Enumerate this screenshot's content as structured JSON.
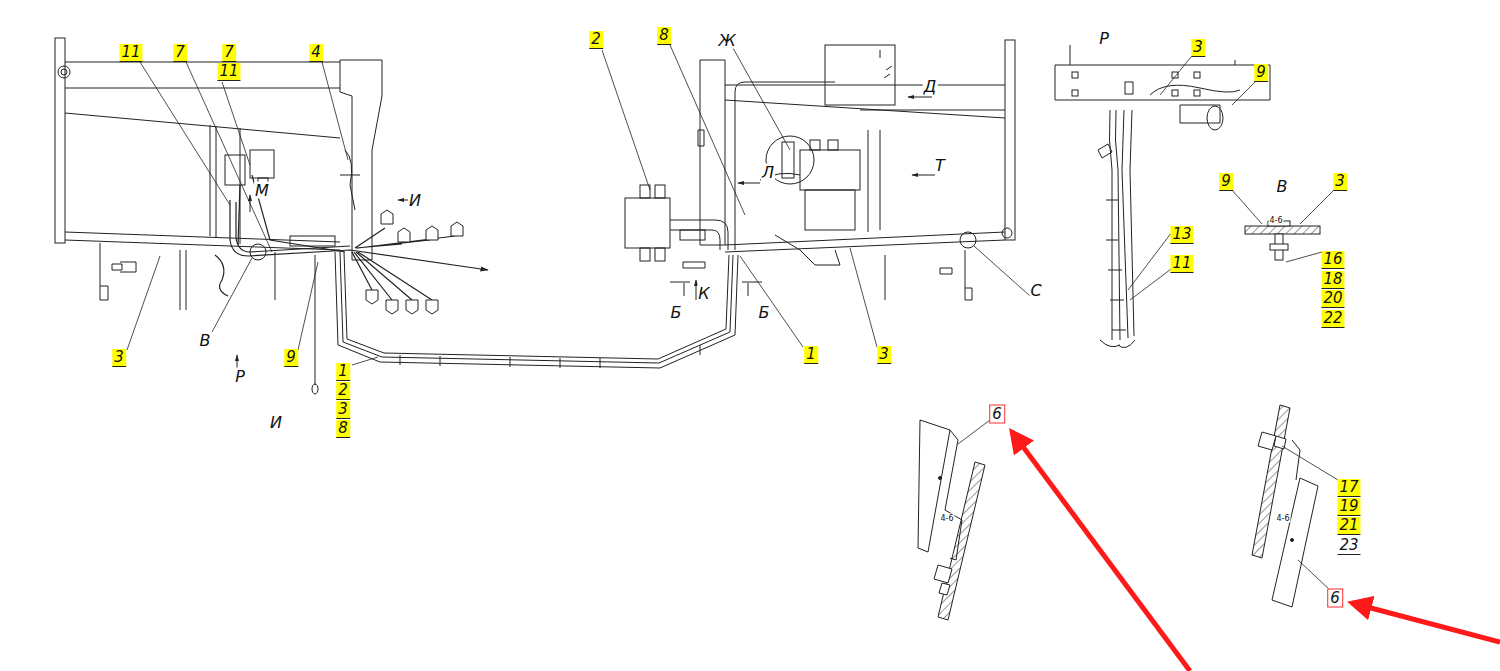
{
  "diagram": {
    "labels": [
      "11",
      "7",
      "7",
      "11",
      "4",
      "М",
      "И",
      "3",
      "В",
      "9",
      "Р",
      "1",
      "2",
      "3",
      "8",
      "И",
      "2",
      "8",
      "Ж",
      "Д",
      "Л",
      "Т",
      "Б",
      "К",
      "Б",
      "1",
      "3",
      "С",
      "Р",
      "3",
      "9",
      "13",
      "11",
      "В",
      "9",
      "3",
      "4-6",
      "16",
      "18",
      "20",
      "22",
      "6",
      "4-6",
      "17",
      "19",
      "21",
      "23",
      "4-6",
      "6"
    ]
  }
}
